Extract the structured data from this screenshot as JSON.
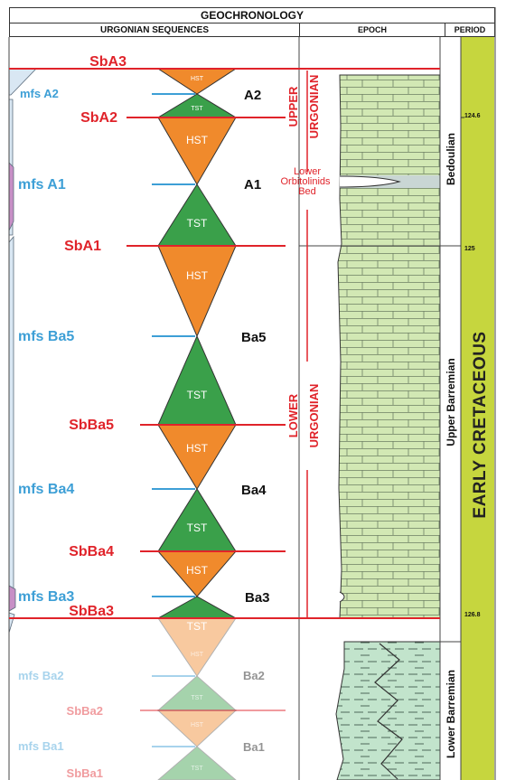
{
  "header": {
    "title": "GEOCHRONOLOGY",
    "sequences": "URGONIAN SEQUENCES",
    "epoch": "EPOCH",
    "period": "PERIOD"
  },
  "boundaries": {
    "sba3": "SbA3",
    "sba2": "SbA2",
    "sba1": "SbA1",
    "sbba5": "SbBa5",
    "sbba4": "SbBa4",
    "sbba3": "SbBa3",
    "sbba2": "SbBa2",
    "sbba1": "SbBa1"
  },
  "mfs": {
    "a2": "mfs A2",
    "a1": "mfs A1",
    "ba5": "mfs Ba5",
    "ba4": "mfs Ba4",
    "ba3": "mfs Ba3",
    "ba2": "mfs Ba2",
    "ba1": "mfs Ba1"
  },
  "sequences": {
    "a2": "A2",
    "a1": "A1",
    "ba5": "Ba5",
    "ba4": "Ba4",
    "ba3": "Ba3",
    "ba2": "Ba2",
    "ba1": "Ba1"
  },
  "tracts": {
    "hst": "HST",
    "tst": "TST"
  },
  "units": {
    "upper": "UPPER",
    "upper_urgonian": "URGONIAN",
    "lower": "LOWER",
    "lower_urgonian": "URGONIAN",
    "orbitolinids": [
      "Lower",
      "Orbitolinids",
      "Bed"
    ]
  },
  "epochs": {
    "bedoulian": "Bedoulian",
    "upper_barremian": "Upper Barremian",
    "lower_barremian": "Lower Barremian"
  },
  "ages": {
    "a": "124.6",
    "b": "125",
    "c": "126.8"
  },
  "period": "EARLY CRETACEOUS",
  "colors": {
    "boundary_red": "#e0232a",
    "mfs_blue": "#3d9fd6",
    "hst_orange": "#f08a2c",
    "tst_green": "#3aa04a",
    "limestone": "#d2e8b4",
    "marl": "#c2e4cc",
    "period_band": "#c6d63e",
    "correlation_pink": "#c78fc6",
    "correlation_blue": "#d9e7f3"
  }
}
